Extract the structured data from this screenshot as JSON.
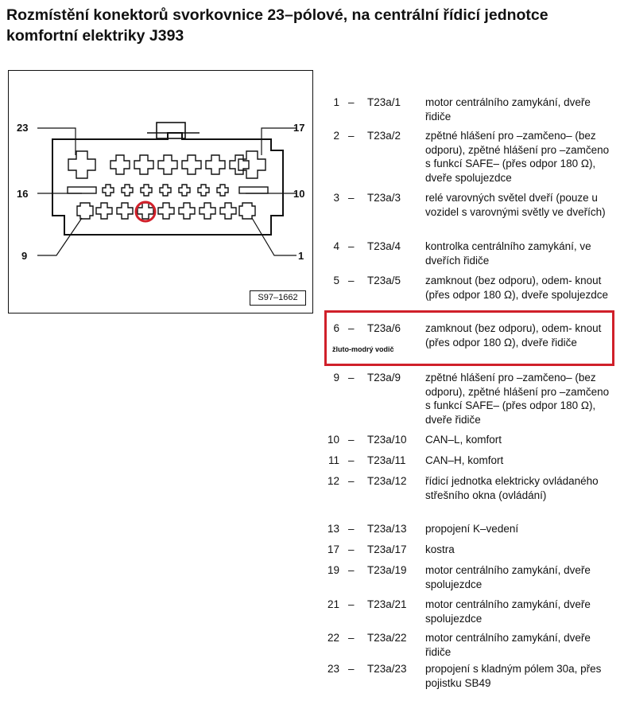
{
  "document": {
    "title": "Rozmístění konektorů svorkovnice 23–pólové, na centrální řídicí jednotce komfortní elektriky J393"
  },
  "diagram": {
    "pin_labels": [
      "23",
      "17",
      "16",
      "10",
      "9",
      "1"
    ],
    "reference": "S97–1662"
  },
  "note": "žluto-modrý vodič",
  "colors": {
    "highlight": "#d0202a"
  },
  "rows": [
    {
      "num": "1",
      "code": "T23a/1",
      "desc": "motor centrálního zamykání, dveře řidiče"
    },
    {
      "num": "2",
      "code": "T23a/2",
      "desc": "zpětné hlášení pro –zamčeno– (bez odporu), zpětné hlášení pro –zamčeno s funkcí SAFE– (přes odpor 180 Ω), dveře spolujezdce"
    },
    {
      "num": "3",
      "code": "T23a/3",
      "desc": "relé varovných světel dveří (pouze u vozidel s varovnými světly ve dveřích)"
    },
    {
      "num": "4",
      "code": "T23a/4",
      "desc": "kontrolka centrálního zamykání, ve dveřích řidiče"
    },
    {
      "num": "5",
      "code": "T23a/5",
      "desc": "zamknout (bez odporu), odem- knout (přes odpor 180 Ω), dveře spolujezdce"
    },
    {
      "num": "6",
      "code": "T23a/6",
      "desc": "zamknout (bez odporu), odem- knout (přes odpor 180 Ω), dveře řidiče"
    },
    {
      "num": "9",
      "code": "T23a/9",
      "desc": "zpětné hlášení pro –zamčeno– (bez odporu), zpětné hlášení pro –zamčeno s funkcí SAFE– (přes odpor 180 Ω), dveře řidiče"
    },
    {
      "num": "10",
      "code": "T23a/10",
      "desc": "CAN–L, komfort"
    },
    {
      "num": "11",
      "code": "T23a/11",
      "desc": "CAN–H, komfort"
    },
    {
      "num": "12",
      "code": "T23a/12",
      "desc": "řídicí jednotka elektricky ovládaného střešního okna (ovládání)"
    },
    {
      "num": "13",
      "code": "T23a/13",
      "desc": "propojení K–vedení"
    },
    {
      "num": "17",
      "code": "T23a/17",
      "desc": "kostra"
    },
    {
      "num": "19",
      "code": "T23a/19",
      "desc": "motor centrálního zamykání, dveře spolujezdce"
    },
    {
      "num": "21",
      "code": "T23a/21",
      "desc": "motor centrálního zamykání, dveře spolujezdce"
    },
    {
      "num": "22",
      "code": "T23a/22",
      "desc": "motor centrálního zamykání, dveře řidiče"
    },
    {
      "num": "23",
      "code": "T23a/23",
      "desc": "propojení s kladným pólem 30a, přes pojistku SB49"
    }
  ]
}
